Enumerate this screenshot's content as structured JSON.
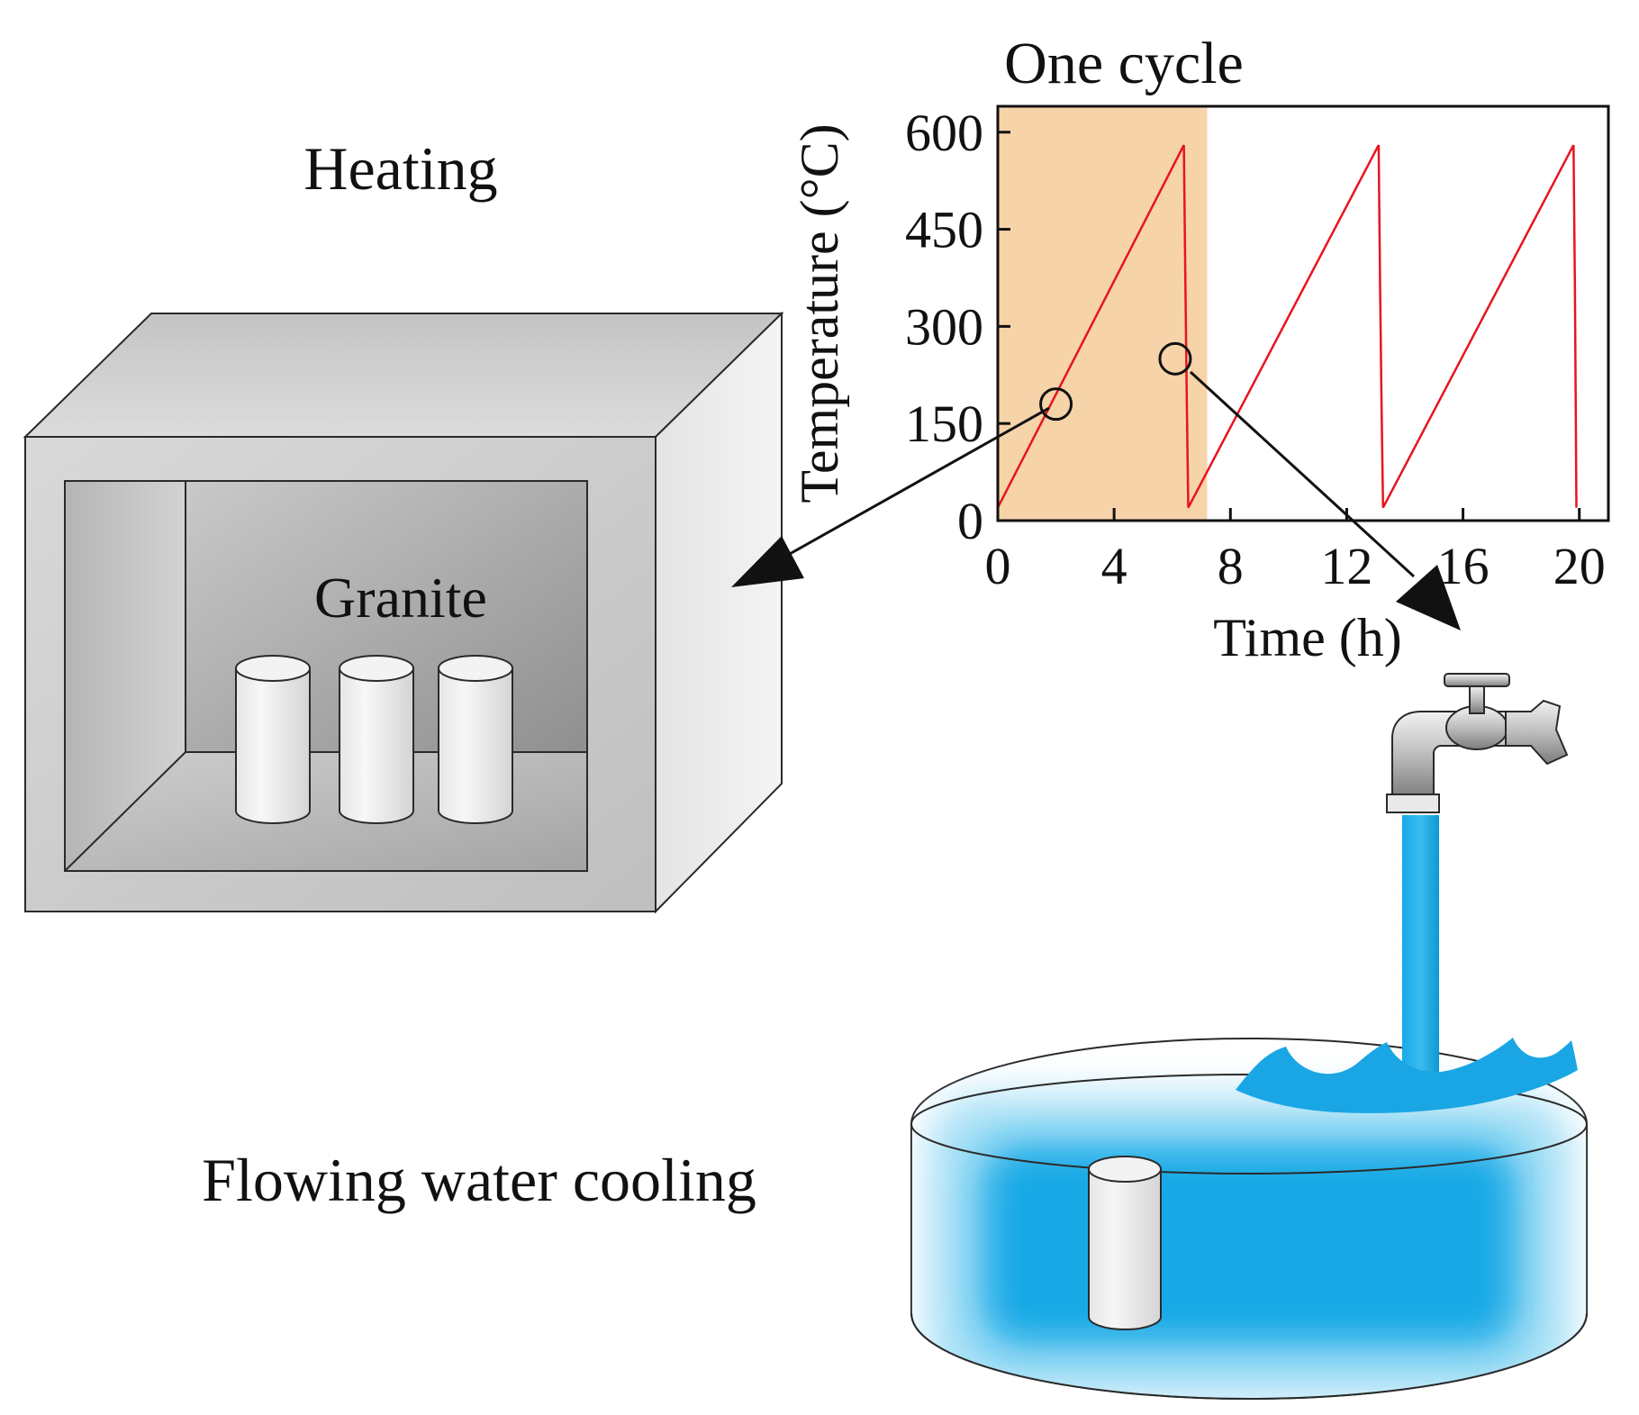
{
  "labels": {
    "heating": "Heating",
    "granite": "Granite",
    "cooling": "Flowing water cooling",
    "one_cycle": "One cycle"
  },
  "colors": {
    "curve": "#e8141e",
    "cycle_shade": "#f7d3a9",
    "water": "#12a9e6",
    "water_light": "#8fd6f3",
    "oven_frame": "#c8c8c8"
  },
  "chart_data": {
    "type": "line",
    "title": "One cycle",
    "xlabel": "Time (h)",
    "ylabel": "Temperature (°C)",
    "xlim": [
      0,
      21
    ],
    "ylim": [
      0,
      640
    ],
    "xticks": [
      0,
      4,
      8,
      12,
      16,
      20
    ],
    "yticks": [
      0,
      150,
      300,
      450,
      600
    ],
    "grid": false,
    "highlight_cycle": [
      0,
      7.2
    ],
    "series": [
      {
        "x": [
          0,
          6.4,
          6.45,
          6.5,
          6.55,
          13.1,
          13.15,
          13.2,
          13.25,
          19.8,
          19.85,
          19.9
        ],
        "y": [
          20,
          580,
          380,
          180,
          20,
          580,
          350,
          170,
          20,
          580,
          350,
          20
        ]
      }
    ],
    "markers": [
      {
        "x": 2.0,
        "y": 180
      },
      {
        "x": 6.1,
        "y": 250
      }
    ]
  }
}
